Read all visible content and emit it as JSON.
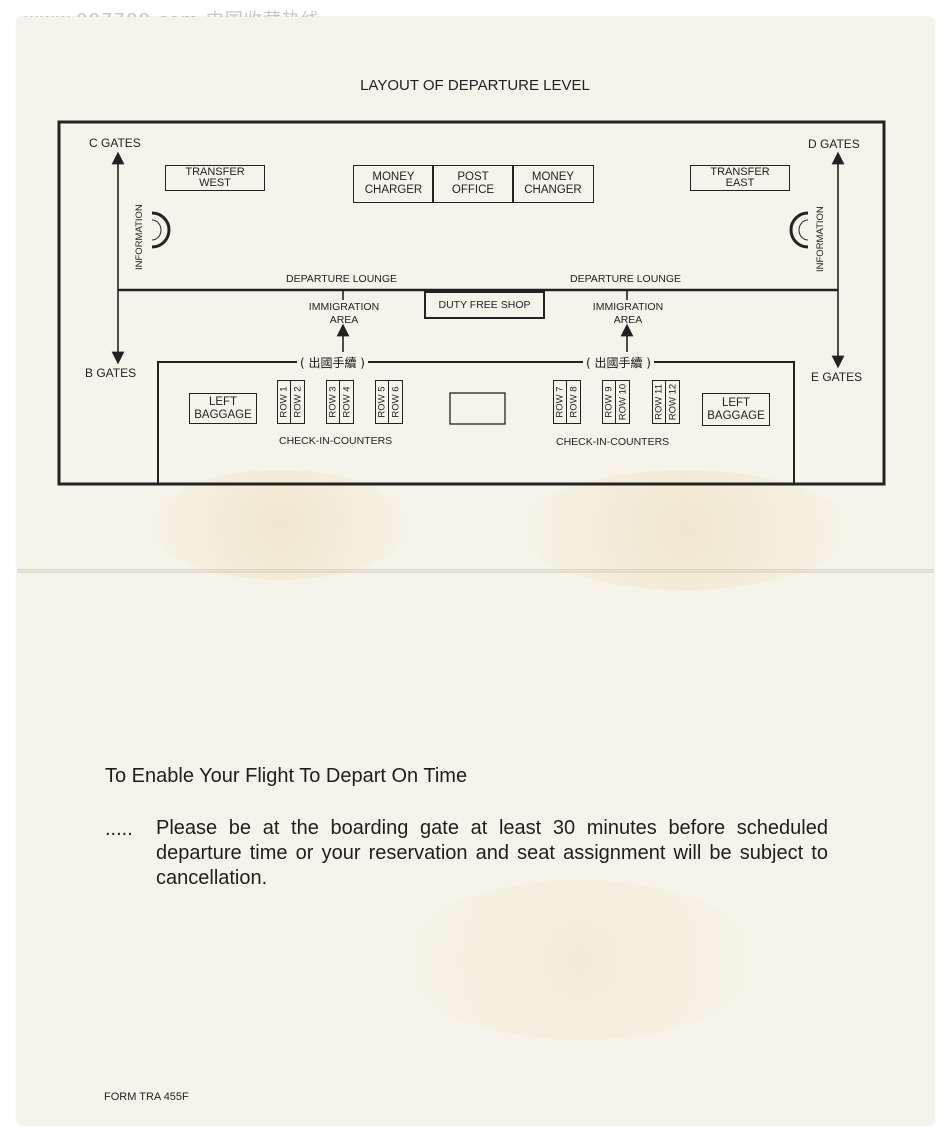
{
  "watermark": "www.997788.com  中国收藏热线",
  "layout": {
    "title": "LAYOUT OF DEPARTURE LEVEL",
    "gates": {
      "c": "C GATES",
      "d": "D GATES",
      "b": "B GATES",
      "e": "E GATES"
    },
    "transfer_west": [
      "TRANSFER",
      "WEST"
    ],
    "transfer_east": [
      "TRANSFER",
      "EAST"
    ],
    "money_charger": [
      "MONEY",
      "CHARGER"
    ],
    "post_office": [
      "POST",
      "OFFICE"
    ],
    "money_changer": [
      "MONEY",
      "CHANGER"
    ],
    "information": "INFORMATION",
    "departure_lounge": "DEPARTURE LOUNGE",
    "duty_free_shop": "DUTY FREE SHOP",
    "immigration_area": [
      "IMMIGRATION",
      "AREA"
    ],
    "departure_formalities": "( 出國手續 )",
    "left_baggage": [
      "LEFT",
      "BAGGAGE"
    ],
    "check_in_counters": "CHECK-IN-COUNTERS",
    "rows": [
      "ROW 1",
      "ROW 2",
      "ROW 3",
      "ROW 4",
      "ROW 5",
      "ROW 6",
      "ROW 7",
      "ROW 8",
      "ROW 9",
      "ROW 10",
      "ROW 11",
      "ROW 12"
    ]
  },
  "notice": {
    "heading": "To Enable Your Flight To Depart On Time",
    "leader": ".....",
    "text": "Please be at the boarding gate at least 30 minutes before scheduled departure time or your reservation and seat assignment will be subject to cancellation.",
    "form_number": "FORM TRA 455F"
  }
}
